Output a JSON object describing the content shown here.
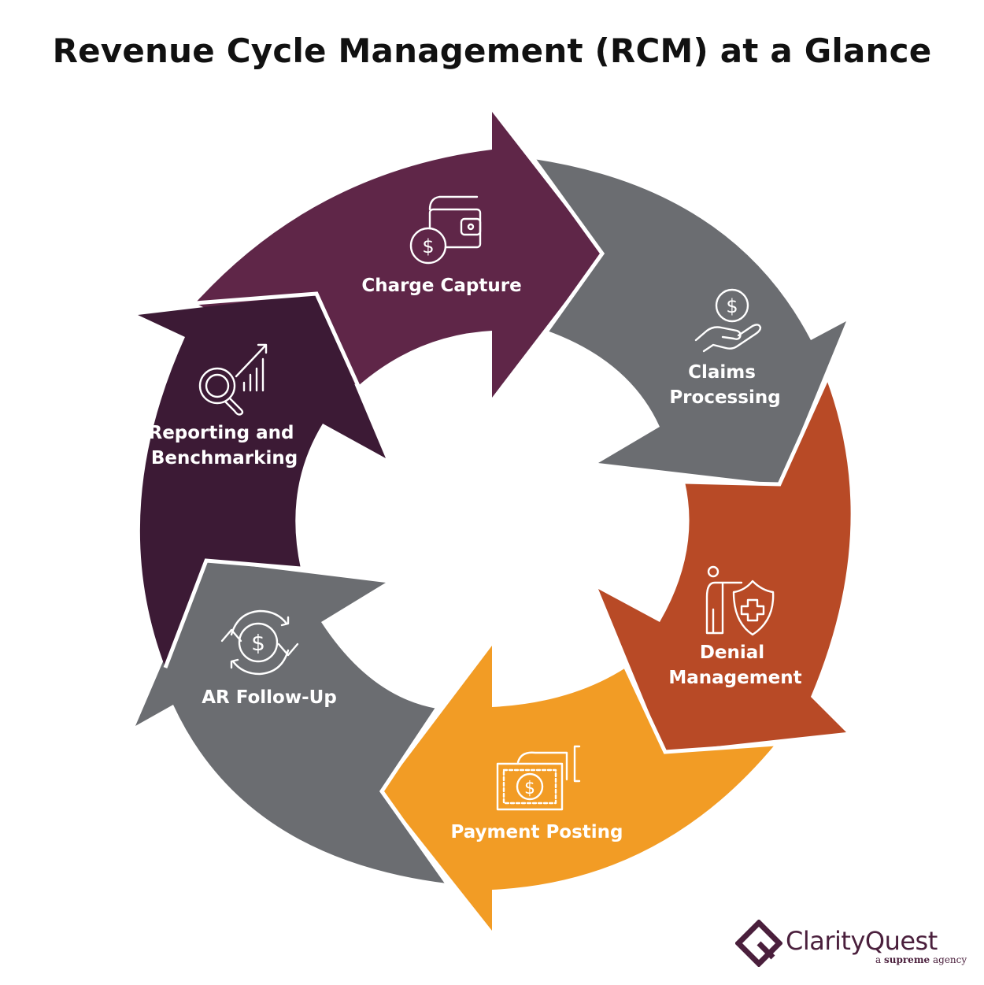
{
  "title": "Revenue Cycle Management (RCM) at a Glance",
  "colors": {
    "plum": "#5f2648",
    "dark_plum": "#3c1a35",
    "gray": "#6b6d71",
    "rust": "#b84a26",
    "orange": "#f29c25",
    "white": "#ffffff"
  },
  "steps": [
    {
      "label_lines": [
        "Charge Capture"
      ],
      "icon": "wallet-dollar-icon",
      "color": "plum"
    },
    {
      "label_lines": [
        "Claims",
        "Processing"
      ],
      "icon": "hand-coin-icon",
      "color": "gray"
    },
    {
      "label_lines": [
        "Denial",
        "Management"
      ],
      "icon": "person-shield-icon",
      "color": "rust"
    },
    {
      "label_lines": [
        "Payment Posting"
      ],
      "icon": "hand-cash-icon",
      "color": "orange"
    },
    {
      "label_lines": [
        "AR Follow-Up"
      ],
      "icon": "cycle-dollar-icon",
      "color": "gray"
    },
    {
      "label_lines": [
        "Reporting and",
        "Benchmarking"
      ],
      "icon": "magnifier-chart-icon",
      "color": "dark_plum"
    }
  ],
  "logo": {
    "name": "ClarityQuest",
    "tagline_prefix": "a",
    "tagline_brand": "supreme",
    "tagline_suffix": "agency"
  }
}
